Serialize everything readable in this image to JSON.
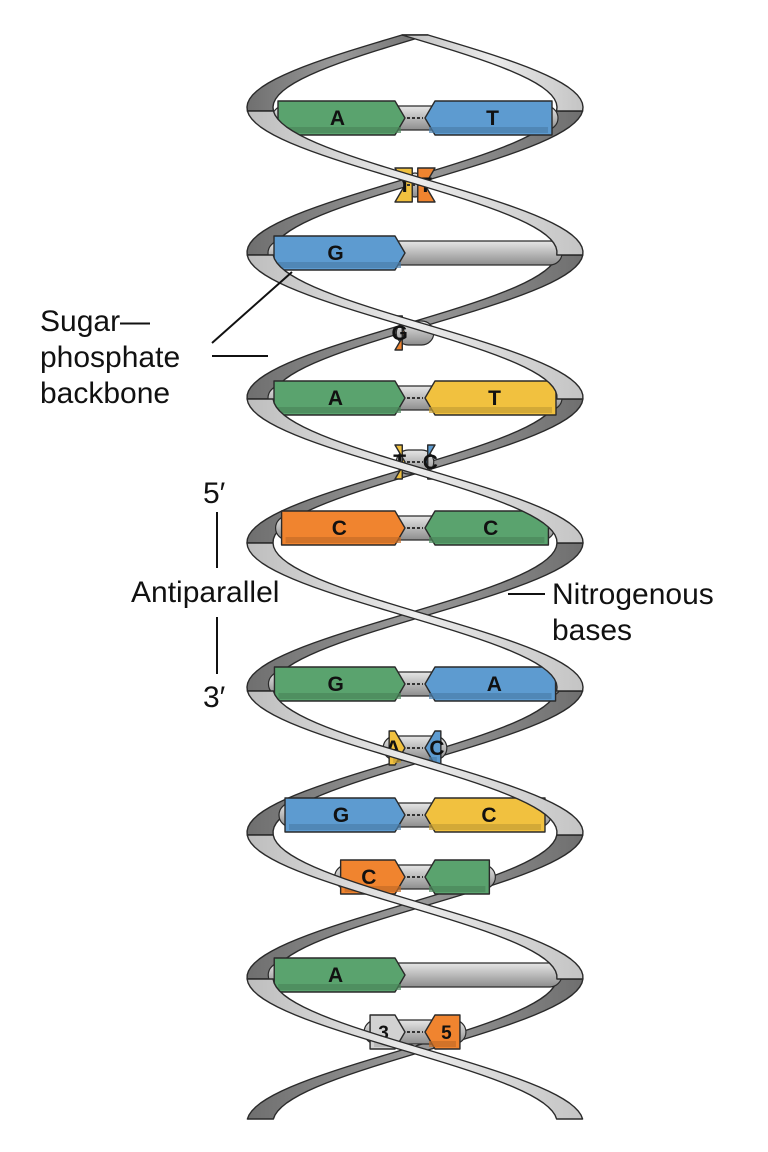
{
  "labels": {
    "backbone_line1": "Sugar—",
    "backbone_line2": "phosphate",
    "backbone_line3": "backbone",
    "five_prime": "5′",
    "antiparallel": "Antiparallel",
    "three_prime": "3′",
    "bases_line1": "Nitrogenous",
    "bases_line2": "bases"
  },
  "colors": {
    "adenine_green": "#5aa36e",
    "thymine_yellow": "#f1c13f",
    "guanine_blue": "#5d9bd0",
    "cytosine_orange": "#f0842f",
    "backbone_light": "#d2d2d2",
    "backbone_dark": "#8a8a8a",
    "outline": "#2a2a2a"
  },
  "base_pairs": [
    {
      "left": "A",
      "left_color": "adenine_green",
      "right": "T",
      "right_color": "guanine_blue"
    },
    {
      "left": "T",
      "left_color": "thymine_yellow",
      "right": "T",
      "right_color": "cytosine_orange"
    },
    {
      "left": "G",
      "left_color": "guanine_blue",
      "right": "",
      "right_color": ""
    },
    {
      "left": "G",
      "left_color": "cytosine_orange",
      "right": "",
      "right_color": ""
    },
    {
      "left": "A",
      "left_color": "adenine_green",
      "right": "T",
      "right_color": "thymine_yellow"
    },
    {
      "left": "T",
      "left_color": "thymine_yellow",
      "right": "C",
      "right_color": "guanine_blue"
    },
    {
      "left": "C",
      "left_color": "cytosine_orange",
      "right": "C",
      "right_color": "adenine_green"
    },
    {
      "left": "G",
      "left_color": "adenine_green",
      "right": "A",
      "right_color": "guanine_blue"
    },
    {
      "left": "A",
      "left_color": "thymine_yellow",
      "right": "C",
      "right_color": "guanine_blue"
    },
    {
      "left": "G",
      "left_color": "guanine_blue",
      "right": "C",
      "right_color": "thymine_yellow"
    },
    {
      "left": "C",
      "left_color": "cytosine_orange",
      "right": "",
      "right_color": "adenine_green"
    },
    {
      "left": "A",
      "left_color": "adenine_green",
      "right": "",
      "right_color": ""
    },
    {
      "left": "3",
      "left_color": "backbone_light",
      "right": "5",
      "right_color": "cytosine_orange"
    }
  ]
}
